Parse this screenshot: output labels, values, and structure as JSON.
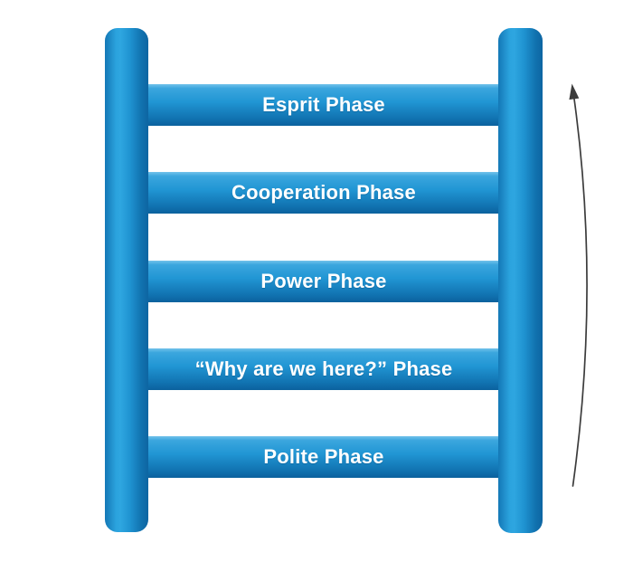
{
  "diagram": {
    "type": "ladder-phase-diagram",
    "rungs": [
      {
        "label": "Esprit Phase"
      },
      {
        "label": "Cooperation Phase"
      },
      {
        "label": "Power Phase"
      },
      {
        "label": "“Why are we here?” Phase"
      },
      {
        "label": "Polite Phase"
      }
    ],
    "order_note": "bottom-to-top progression indicated by upward arrow",
    "arrow": {
      "direction": "up"
    },
    "colors": {
      "background": "#ffffff",
      "ladder_light": "#2ea6e0",
      "ladder_mid": "#2196d4",
      "ladder_dark": "#0d67a4",
      "label_text": "#ffffff",
      "arrow_stroke": "#3c3c3c"
    }
  }
}
